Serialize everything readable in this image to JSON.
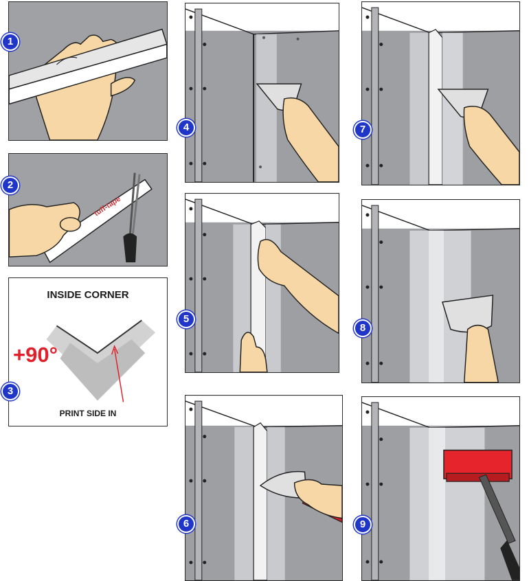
{
  "steps": [
    {
      "number": "1"
    },
    {
      "number": "2",
      "tape_label": "tuff-tape"
    },
    {
      "number": "3",
      "title": "INSIDE CORNER",
      "angle": "+90°",
      "note": "PRINT SIDE IN"
    },
    {
      "number": "4"
    },
    {
      "number": "5"
    },
    {
      "number": "6"
    },
    {
      "number": "7"
    },
    {
      "number": "8"
    },
    {
      "number": "9"
    }
  ],
  "colors": {
    "badge": "#1f36c8",
    "drywall": "#9d9fa3",
    "tape": "#ffffff",
    "skin": "#f7d7a5",
    "handle": "#c81e2a",
    "angle_text": "#e0202a",
    "sander": "#e5252b"
  }
}
